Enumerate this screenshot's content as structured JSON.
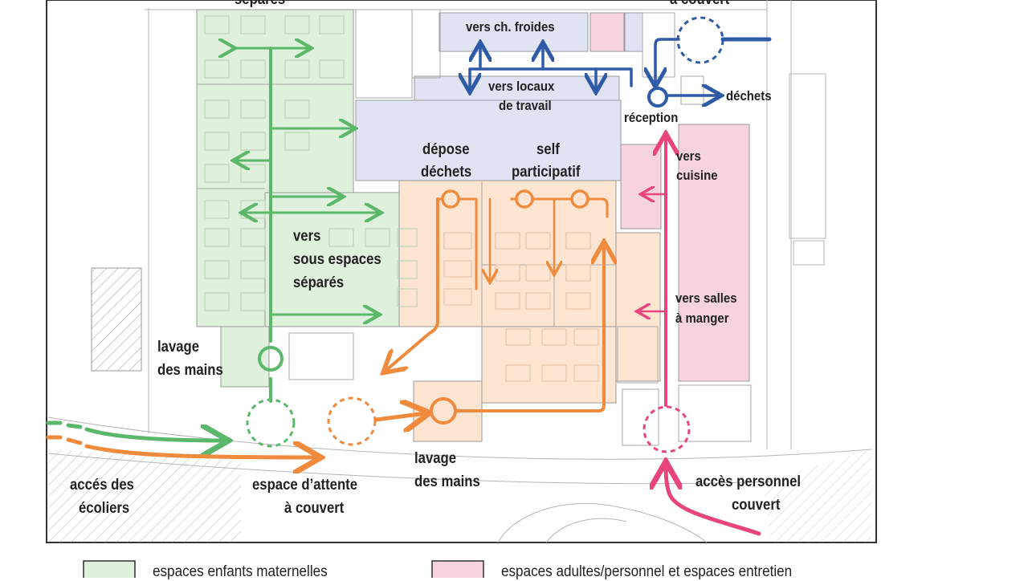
{
  "labels": {
    "top_left_cut": "séparés",
    "top_right_cut": "à couvert",
    "cold_rooms": "vers ch. froides",
    "work_rooms_1": "vers locaux",
    "work_rooms_2": "de travail",
    "waste": "déchets",
    "reception": "réception",
    "deposit_1": "dépose",
    "deposit_2": "déchets",
    "self_1": "self",
    "self_2": "participatif",
    "kitchen_1": "vers",
    "kitchen_2": "cuisine",
    "sub_spaces_1": "vers",
    "sub_spaces_2": "sous espaces",
    "sub_spaces_3": "séparés",
    "dining_1": "vers salles",
    "dining_2": "à manger",
    "handwash_left_1": "lavage",
    "handwash_left_2": "des mains",
    "handwash_mid_1": "lavage",
    "handwash_mid_2": "des mains",
    "pupils_access_1": "accés des",
    "pupils_access_2": "écoliers",
    "waiting_1": "espace d’attente",
    "waiting_2": "à couvert",
    "staff_access_1": "accès personnel",
    "staff_access_2": "couvert"
  },
  "legend": {
    "green_text": "espaces enfants maternelles",
    "pink_text": "espaces adultes/personnel et espaces entretien"
  },
  "colors": {
    "green": "#5bb86a",
    "green_fill": "#dff0dc",
    "orange": "#f08a3c",
    "orange_fill": "#fde5d1",
    "blue": "#2f5aa8",
    "blue_fill": "#dfe3f2",
    "pink": "#e8457c",
    "pink_fill": "#f7d3e0",
    "line": "#9a9a9a"
  }
}
